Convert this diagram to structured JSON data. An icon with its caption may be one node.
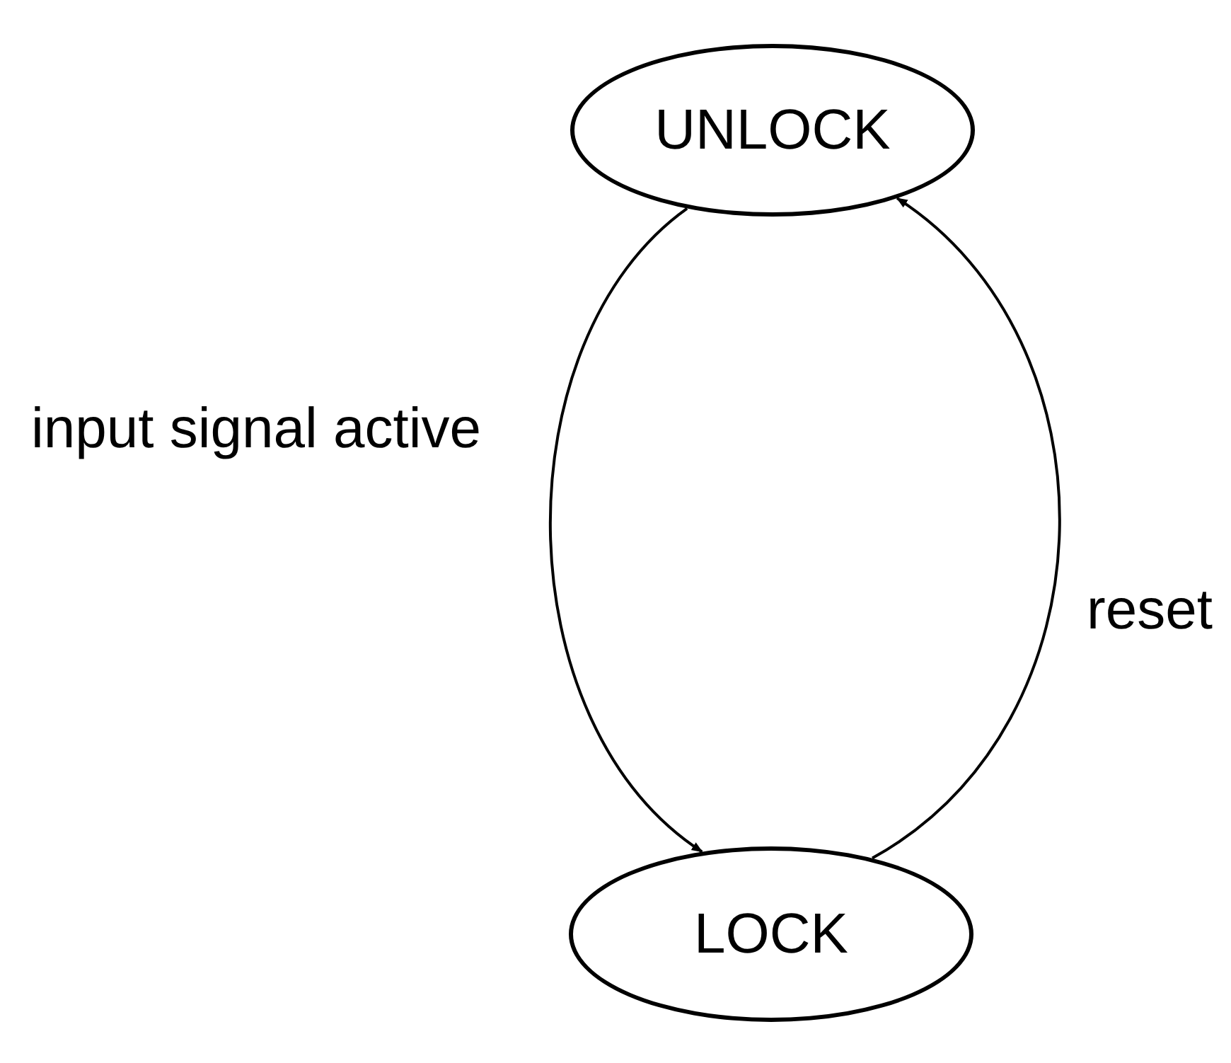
{
  "diagram": {
    "nodes": [
      {
        "text": [
          "UNLOCK"
        ]
      },
      {
        "text": [
          "LOCK"
        ]
      }
    ],
    "edges": [
      {
        "from": 0,
        "to": 1,
        "arrow": "to",
        "label": "input signal active"
      },
      {
        "from": 1,
        "to": 0,
        "arrow": "to",
        "label": "reset"
      }
    ]
  }
}
